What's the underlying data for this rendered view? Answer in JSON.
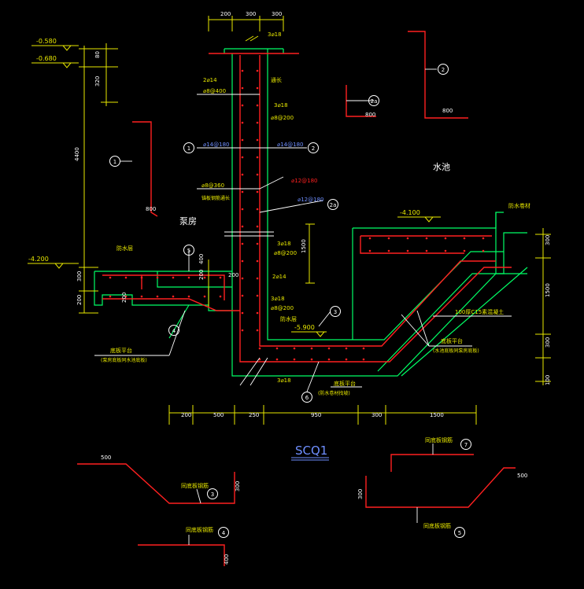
{
  "colors": {
    "rebar": "#ff2020",
    "outline": "#00ff66",
    "dim": "#e8e800",
    "text": "#ffffff",
    "note": "#e8e800",
    "blue_note": "#6f8fff",
    "leader": "#ffffff",
    "hatch": "#00d060"
  },
  "title": "SCQ1",
  "rooms": {
    "pump_room": "泵房",
    "pool": "水池"
  },
  "elevations": {
    "e1": "-0.580",
    "e2": "-0.680",
    "e3": "-4.200",
    "e4": "-4.100",
    "e5": "-5.900"
  },
  "top_dims": [
    "200",
    "300",
    "300"
  ],
  "bottom_dims": [
    "200",
    "500",
    "250",
    "950",
    "300",
    "1500"
  ],
  "left_dims": {
    "d80": "80",
    "d320": "320",
    "d4400": "4400",
    "d300": "300",
    "d200": "200"
  },
  "right_dims": {
    "d300a": "300",
    "d1500": "1500",
    "d300b": "300",
    "d100": "100"
  },
  "inner_dims": {
    "d400": "400",
    "d200a": "200",
    "d200b": "200",
    "d200c": "200",
    "d1500": "1500"
  },
  "markers": [
    "1",
    "2",
    "2a",
    "3",
    "4",
    "5",
    "6",
    "7"
  ],
  "rebar_notes": {
    "n_top": "3⌀18",
    "n_a": "2⌀14",
    "n_b": "⌀8@400",
    "n_c": "通长",
    "n_d": "3⌀18",
    "n_e": "⌀8@200",
    "n_f": "⌀14@180",
    "n_g": "⌀14@180",
    "n_h": "⌀8@360",
    "n_i": "锚板钢筋通长",
    "n_j": "⌀12@180",
    "n_k": "⌀12@180",
    "n_l": "3⌀18",
    "n_m": "⌀8@200",
    "n_n": "2⌀14",
    "n_o": "3⌀18",
    "n_p": "⌀8@200",
    "n_q": "防水层",
    "n_r": "3⌀18",
    "n_s": "防水层",
    "n_t": "100厚C15素混凝土",
    "n_u": "底板平台",
    "n_v": "防水卷材",
    "n_w": "(泵房底板同水池底板)",
    "n_x": "底板平台",
    "n_y": "(水池底板同泵房底板)",
    "n_z": "底板平台",
    "n_aa": "(防水卷材找坡)"
  },
  "detail_texts": {
    "d1_len": "800",
    "d2_len": "800",
    "d2a_len": "800",
    "d4_len": "500",
    "d4_h": "300",
    "d4_label": "同底板钢筋",
    "d5_label": "同底板钢筋",
    "d5_h": "400",
    "d6_len": "500",
    "d6_h": "300",
    "d6_label": "同底板钢筋",
    "d7_label": "同底板钢筋"
  }
}
